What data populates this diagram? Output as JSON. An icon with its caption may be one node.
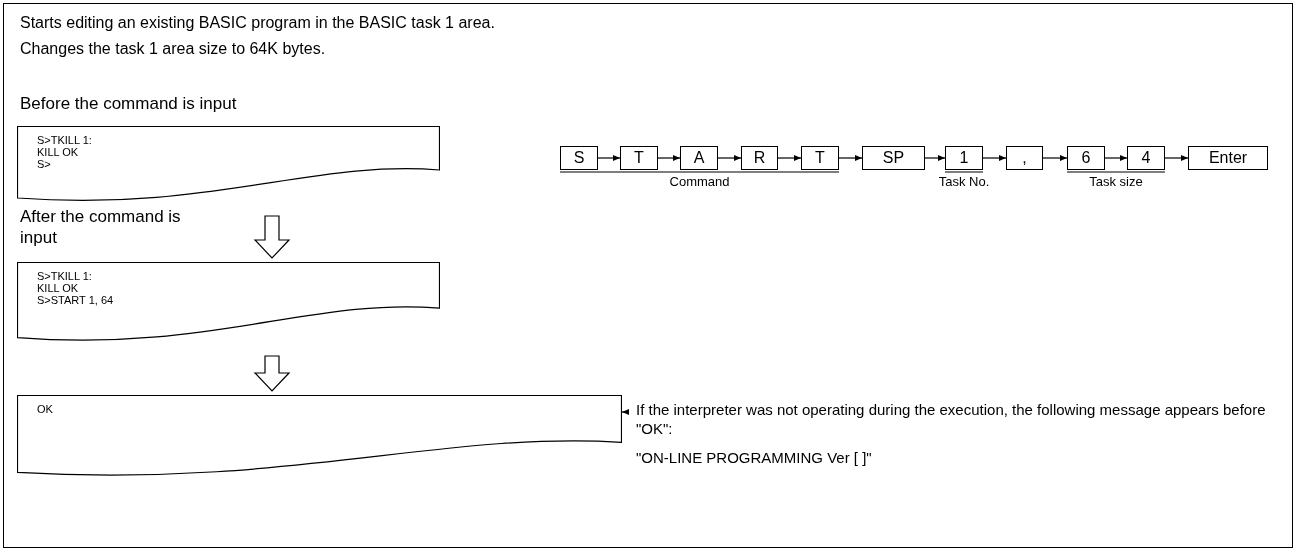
{
  "diagram": {
    "nodes": [
      {
        "text": [
          "S>TKILL 1:",
          "KILL OK",
          "S>"
        ],
        "beside": [
          "Before the command is input"
        ]
      },
      {
        "text": [
          "S>TKILL 1:",
          "KILL OK",
          "S>START 1, 64"
        ],
        "beside": [
          "After the command is input"
        ]
      },
      {
        "text": [
          "OK"
        ]
      },
      {
        "text": [
          "If the interpreter was not operating during the execution, the following message appears before \"OK\":",
          "\"ON-LINE PROGRAMMING Ver [ ]\""
        ]
      },
      {
        "text": [
          "S"
        ]
      },
      {
        "text": [
          "T"
        ]
      },
      {
        "text": [
          "A"
        ]
      },
      {
        "text": [
          "R"
        ]
      },
      {
        "text": [
          "T"
        ]
      },
      {
        "text": [
          "SP"
        ]
      },
      {
        "text": [
          "1"
        ]
      },
      {
        "text": [
          ","
        ]
      },
      {
        "text": [
          "6"
        ]
      },
      {
        "text": [
          "4"
        ]
      },
      {
        "text": [
          "Enter"
        ]
      }
    ],
    "edges": [
      {
        "from": 0,
        "to": 1,
        "arrow": "to"
      },
      {
        "from": 1,
        "to": 2,
        "arrow": "to"
      },
      {
        "from": 3,
        "to": 2,
        "arrow": "to"
      },
      {
        "from": 4,
        "to": 5,
        "arrow": "to"
      },
      {
        "from": 5,
        "to": 6,
        "arrow": "to"
      },
      {
        "from": 6,
        "to": 7,
        "arrow": "to"
      },
      {
        "from": 7,
        "to": 8,
        "arrow": "to"
      },
      {
        "from": 8,
        "to": 9,
        "arrow": "to"
      },
      {
        "from": 9,
        "to": 10,
        "arrow": "to"
      },
      {
        "from": 10,
        "to": 11,
        "arrow": "to"
      },
      {
        "from": 11,
        "to": 12,
        "arrow": "to"
      },
      {
        "from": 12,
        "to": 13,
        "arrow": "to"
      },
      {
        "from": 13,
        "to": 14,
        "arrow": "to"
      }
    ],
    "labels": [
      "Starts editing an existing BASIC program in the BASIC task 1 area.",
      "Changes the task 1 area size to 64K bytes.",
      "Command",
      "Task No.",
      "Task size"
    ]
  }
}
